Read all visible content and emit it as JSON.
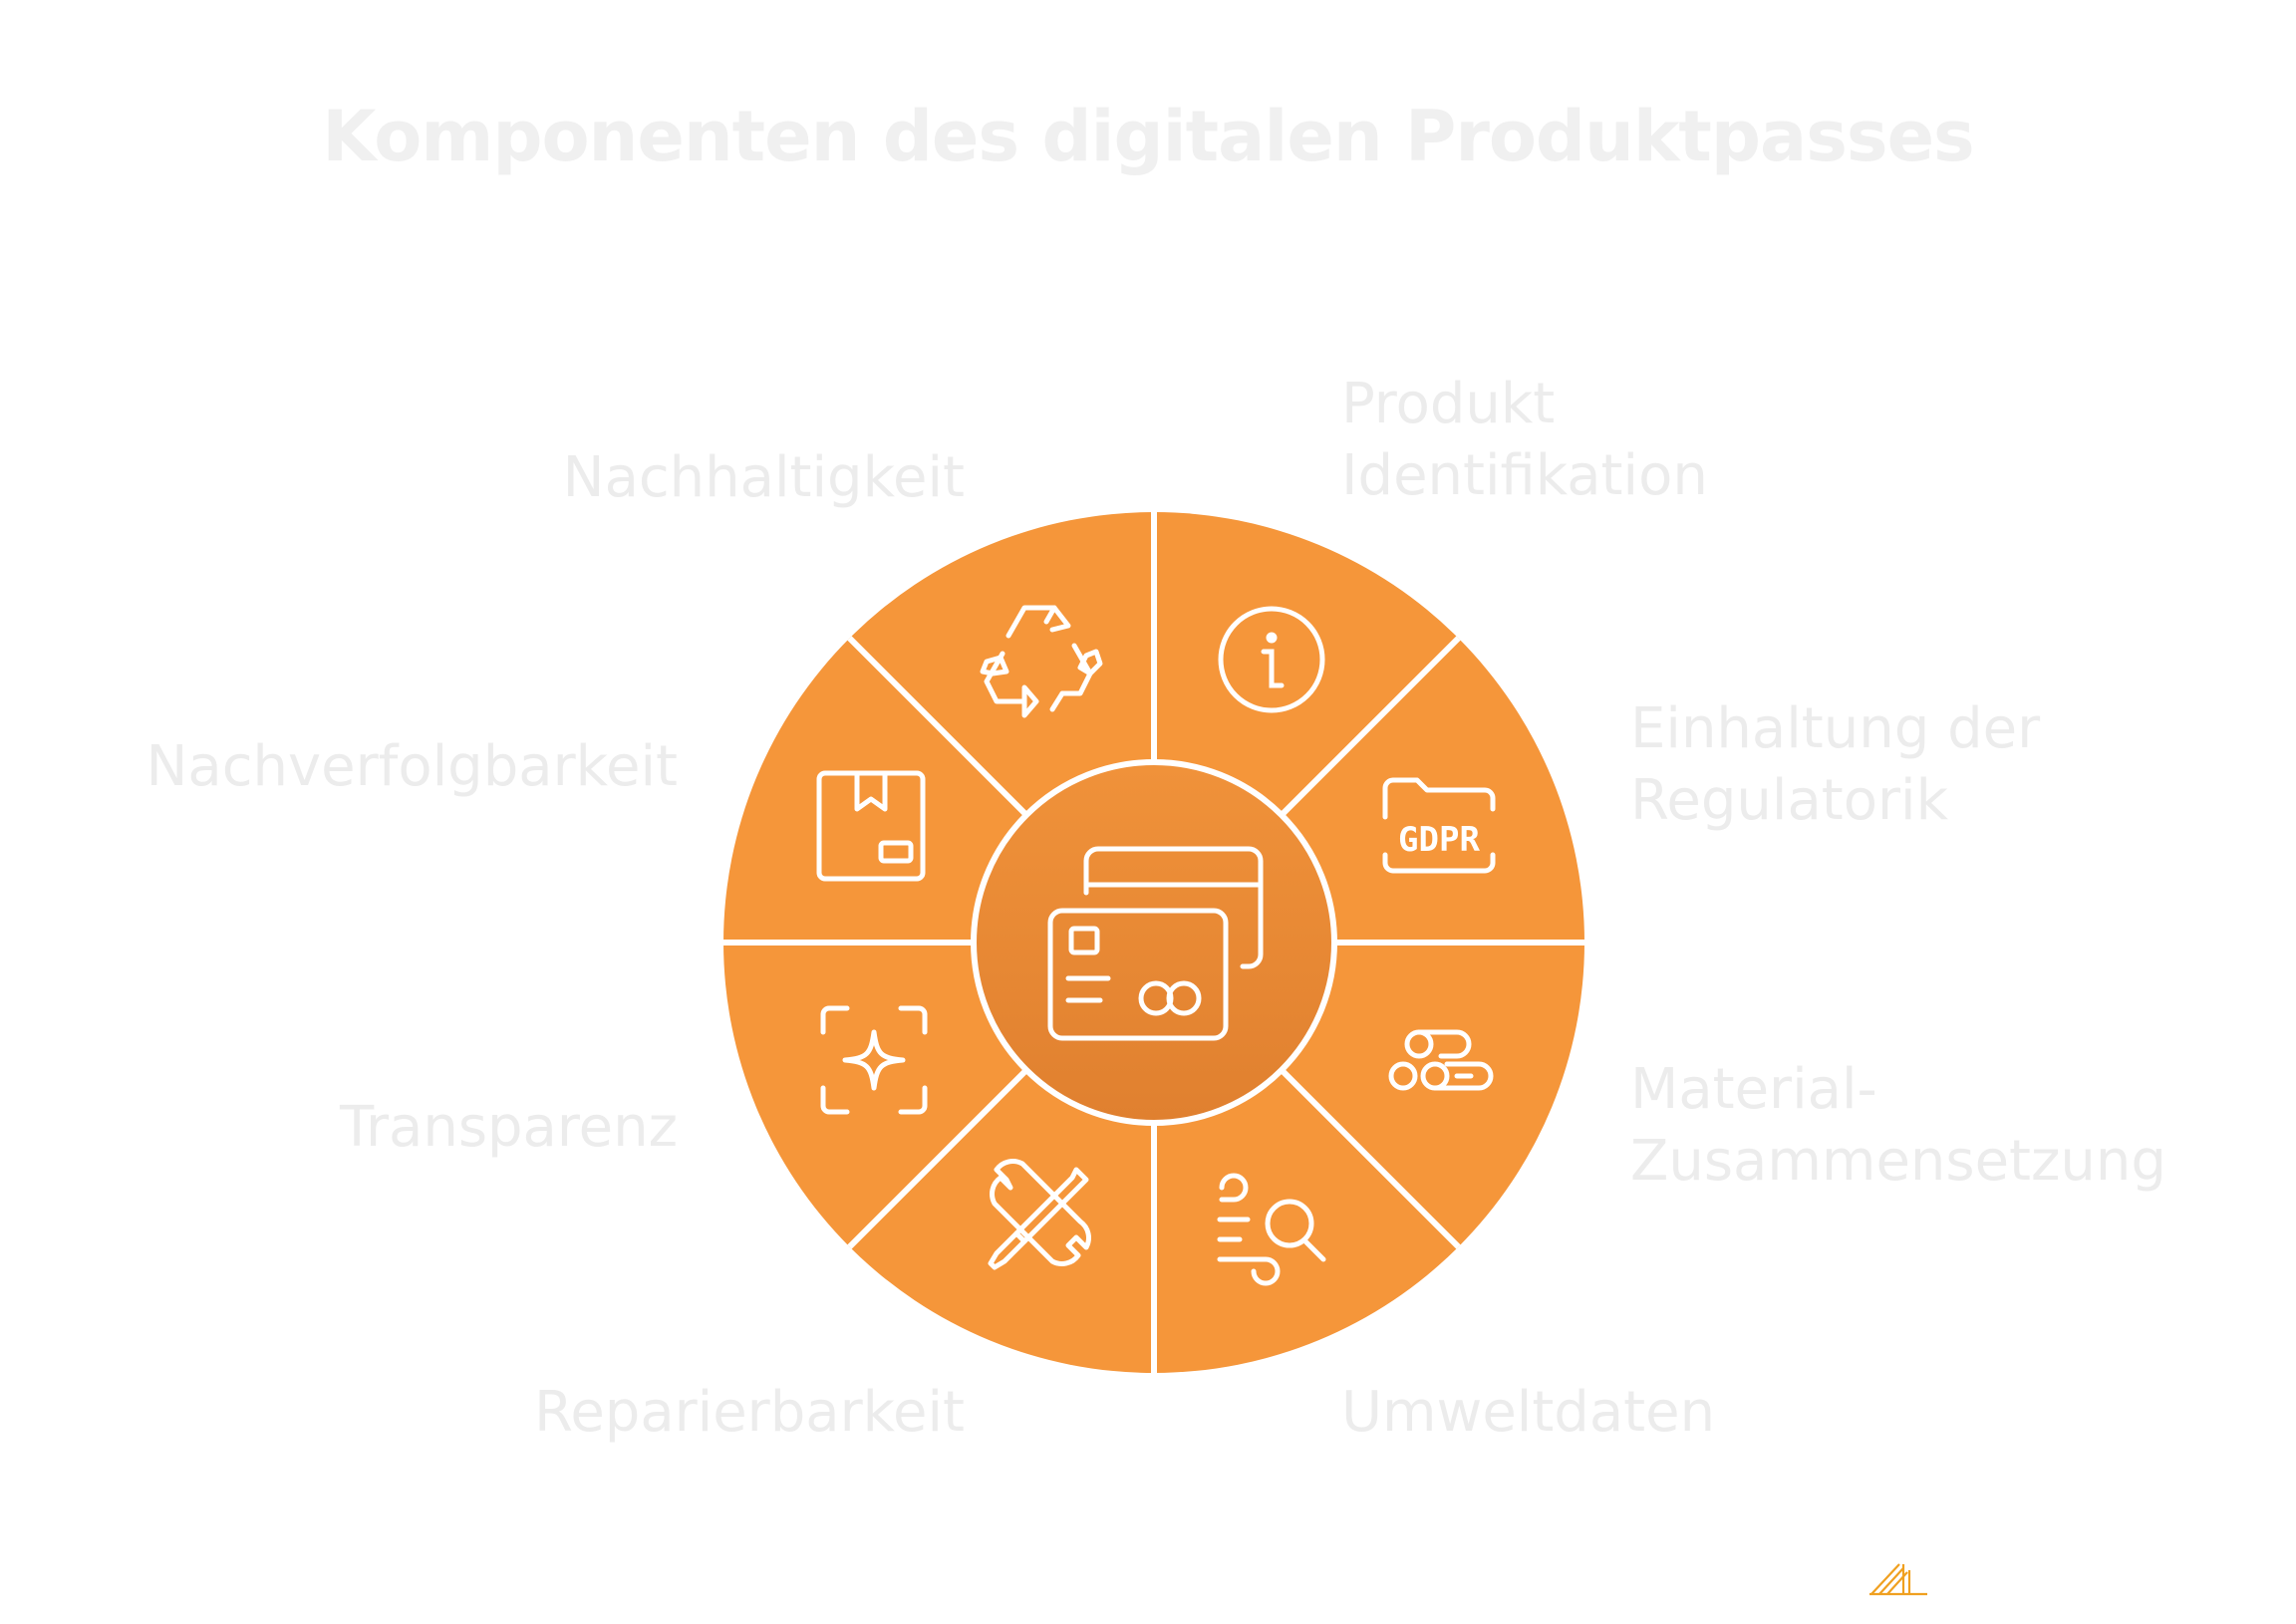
{
  "title": "Komponenten des digitalen Produktpasses",
  "segments": [
    {
      "label_lines": [
        "Produkt",
        "Identifikation"
      ],
      "icon": "info-icon"
    },
    {
      "label_lines": [
        "Einhaltung der",
        "Regulatorik"
      ],
      "icon": "gdpr-folder-icon"
    },
    {
      "label_lines": [
        "Material-",
        "Zusammensetzung"
      ],
      "icon": "logs-icon"
    },
    {
      "label_lines": [
        "Umweltdaten"
      ],
      "icon": "wind-search-icon"
    },
    {
      "label_lines": [
        "Reparierbarkeit"
      ],
      "icon": "tools-icon"
    },
    {
      "label_lines": [
        "Transparenz"
      ],
      "icon": "sparkle-frame-icon"
    },
    {
      "label_lines": [
        "Nachverfolgbarkeit"
      ],
      "icon": "package-icon"
    },
    {
      "label_lines": [
        "Nachhaltigkeit"
      ],
      "icon": "recycle-icon"
    }
  ],
  "center_icon": "cards-icon",
  "colors": {
    "segment": "#f5963a",
    "center": "#e7883a",
    "separator": "#ffffff",
    "label": "#ececec",
    "logo": "#f0a020"
  }
}
